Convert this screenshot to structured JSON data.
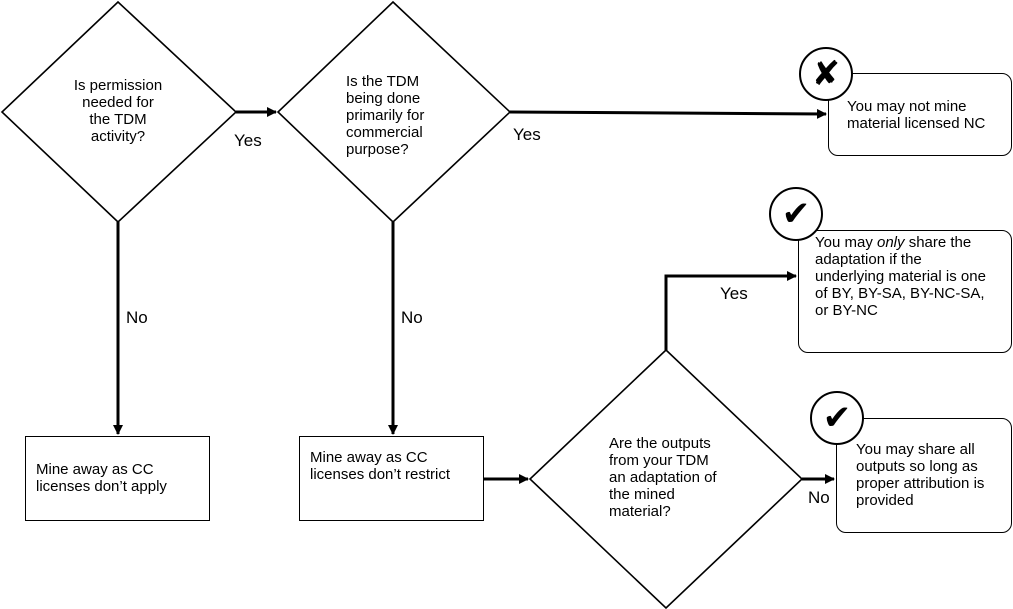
{
  "nodes": {
    "q1": {
      "lines": [
        "Is permission",
        "needed for",
        "the TDM",
        "activity?"
      ]
    },
    "q2": {
      "lines": [
        "Is the TDM",
        "being done",
        "primarily for",
        "commercial",
        "purpose?"
      ]
    },
    "q3": {
      "lines": [
        "Are the outputs",
        "from your TDM",
        "an adaptation of",
        "the mined",
        "material?"
      ]
    },
    "box_cc_dont_apply": {
      "lines": [
        "Mine away as CC",
        "licenses don’t apply"
      ]
    },
    "box_cc_dont_restrict": {
      "lines": [
        "Mine away as CC",
        "licenses don’t restrict"
      ]
    },
    "result_no_nc": {
      "lines": [
        "You may not mine",
        "material licensed NC"
      ],
      "mark": "✘"
    },
    "result_only_share": {
      "before": "You may ",
      "emph": "only",
      "after": " share the",
      "lines": [
        "adaptation if the",
        "underlying material is one",
        "of BY, BY-SA, BY-NC-SA,",
        "or BY-NC"
      ],
      "mark": "✔"
    },
    "result_share_all": {
      "lines": [
        "You may share all",
        "outputs so long as",
        "proper attribution is",
        "provided"
      ],
      "mark": "✔"
    }
  },
  "edges": {
    "q1_yes": "Yes",
    "q1_no": "No",
    "q2_yes": "Yes",
    "q2_no": "No",
    "q3_yes": "Yes",
    "q3_no": "No"
  }
}
